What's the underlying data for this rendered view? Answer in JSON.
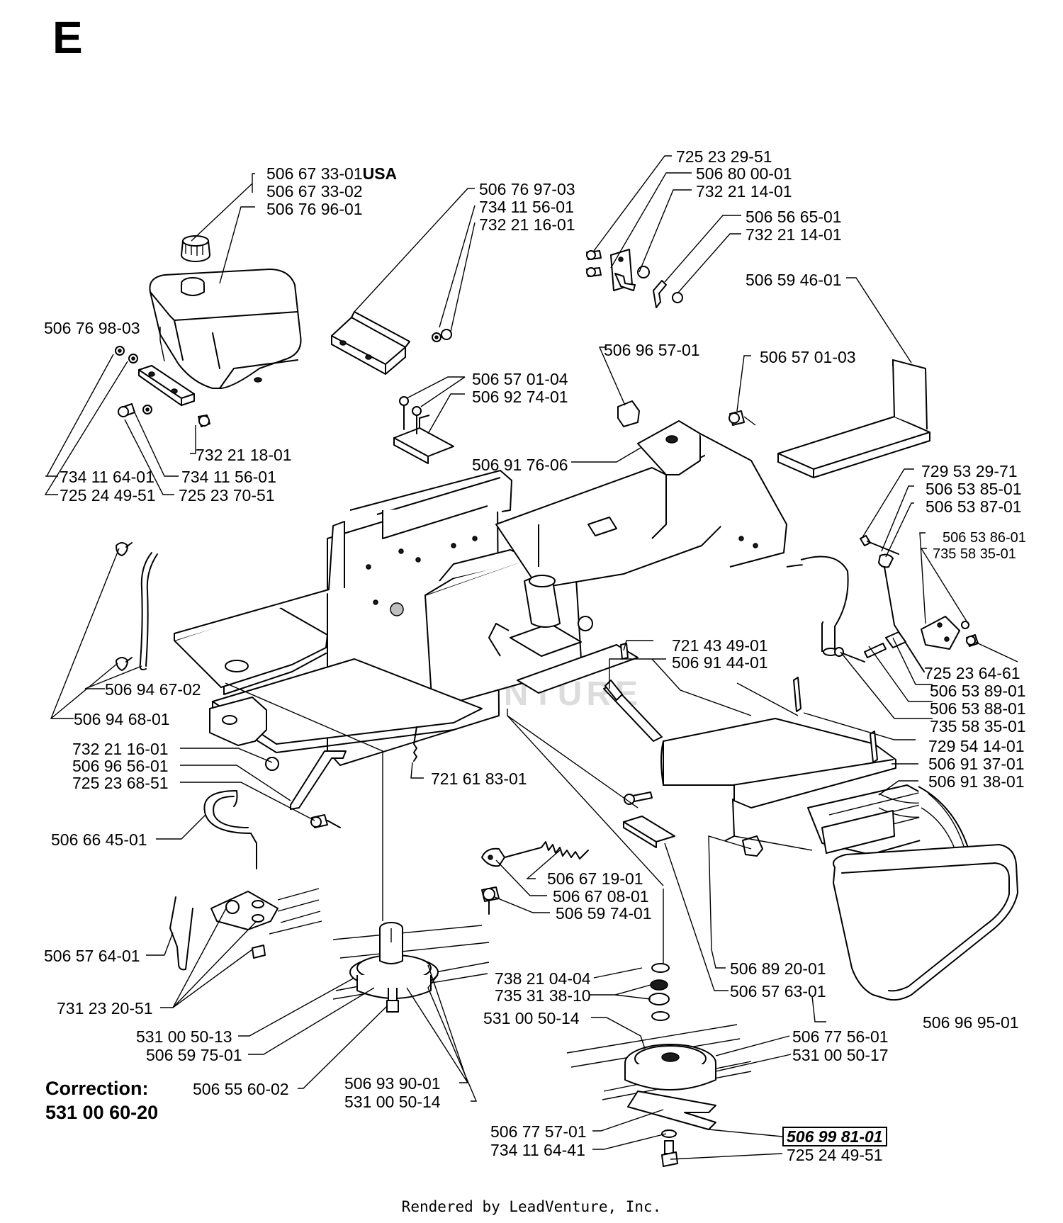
{
  "section_letter": "E",
  "watermark": "LEADVENTURE",
  "labels": {
    "fuel_cap_usa": "506 67 33-01",
    "usa_suffix": "USA",
    "fuel_cap": "506 67 33-02",
    "fuel_tank": "506 76 96-01",
    "tank_bracket_left": "506 76 98-03",
    "nut_732211801": "732 21 18-01",
    "screw_734116401": "734 11 64-01",
    "washer_725244951": "725 24 49-51",
    "washer_734115601_l": "734 11 56-01",
    "bolt_725237051": "725 23 70-51",
    "bracket_506769703": "506 76 97-03",
    "washer_734115601_r": "734 11 56-01",
    "nut_732211601_top": "732 21 16-01",
    "bolt_725232951": "725 23 29-51",
    "plate_506800001": "506 80 00-01",
    "nut_732211401_a": "732 21 14-01",
    "clip_506566501": "506 56 65-01",
    "nut_732211401_b": "732 21 14-01",
    "footrest_506594601": "506 59 46-01",
    "bumper_506965701": "506 96 57-01",
    "bolt_506570104": "506 57 01-04",
    "bracket_506927401": "506 92 74-01",
    "bolt_506570103": "506 57 01-03",
    "frame_506917606": "506 91 76-06",
    "spring_729532971": "729 53 29-71",
    "part_506538501": "506 53 85-01",
    "part_506538701": "506 53 87-01",
    "part_506538601": "506 53 86-01",
    "washer_735583501_a": "735 58 35-01",
    "pin_721434901": "721 43 49-01",
    "shaft_506914401": "506 91 44-01",
    "screw_725236461": "725 23 64-61",
    "part_506538901": "506 53 89-01",
    "part_506538801": "506 53 88-01",
    "washer_735583501_b": "735 58 35-01",
    "hose_506946702": "506 94 67-02",
    "clamp_506946801": "506 94 68-01",
    "screw_729541401": "729 54 14-01",
    "cover_506913701": "506 91 37-01",
    "cover_506913801": "506 91 38-01",
    "nut_732211601_mid": "732 21 16-01",
    "bracket_506965601": "506 96 56-01",
    "bolt_725236851": "725 23 68-51",
    "spring_721618301": "721 61 83-01",
    "handle_506664501": "506 66 45-01",
    "spring_506671901": "506 67 19-01",
    "link_506670801": "506 67 08-01",
    "bolt_506597401": "506 59 74-01",
    "rod_506576401": "506 57 64-01",
    "hub_506892001": "506 89 20-01",
    "bracket_506576301": "506 57 63-01",
    "bearing_738210404": "738 21 04-04",
    "washer_735313810": "735 31 38-10",
    "belt_531005014_r": "531 00 50-14",
    "pulley_506775601": "506 77 56-01",
    "belt_531005017": "531 00 50-17",
    "shield_506969501": "506 96 95-01",
    "washer_731232051": "731 23 20-51",
    "belt_531005013": "531 00 50-13",
    "pulley_506597501": "506 59 75-01",
    "bolt_506556002": "506 55 60-02",
    "pulley_506939001": "506 93 90-01",
    "belt_531005014_l": "531 00 50-14",
    "bracket_506775701": "506 77 57-01",
    "screw_734116441": "734 11 64-41",
    "guide_506998101": "506 99 81-01",
    "washer_725244951_b": "725 24 49-51"
  },
  "correction": {
    "title": "Correction:",
    "number": "531 00 60-20"
  },
  "footer": "Rendered by LeadVenture, Inc."
}
